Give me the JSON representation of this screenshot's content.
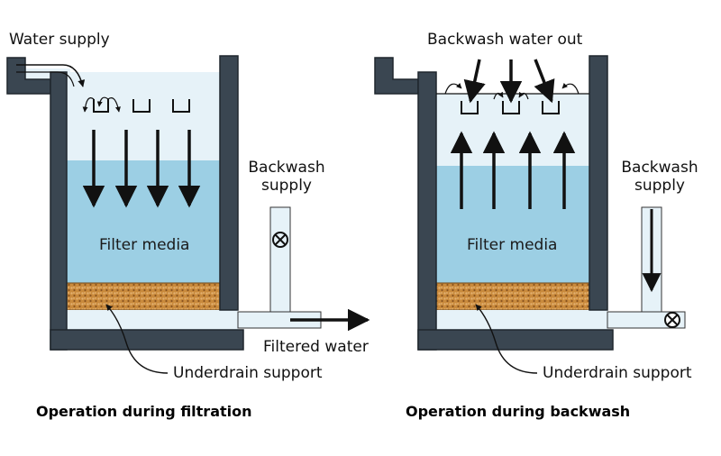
{
  "colors": {
    "wall": "#3a4651",
    "wall_stroke": "#1f262d",
    "water_light": "#e6f2f8",
    "media": "#9ccfe4",
    "gravel": "#c98a3c",
    "arrow": "#111111"
  },
  "left_panel": {
    "water_supply": "Water supply",
    "backwash_supply_line1": "Backwash",
    "backwash_supply_line2": "supply",
    "filter_media": "Filter media",
    "filtered_water": "Filtered water",
    "underdrain_support": "Underdrain support",
    "caption": "Operation during filtration",
    "valve_icon": "valve-icon"
  },
  "right_panel": {
    "backwash_water_out": "Backwash water out",
    "backwash_supply_line1": "Backwash",
    "backwash_supply_line2": "supply",
    "filter_media": "Filter media",
    "underdrain_support": "Underdrain support",
    "caption": "Operation during backwash",
    "valve_icon": "valve-icon"
  }
}
